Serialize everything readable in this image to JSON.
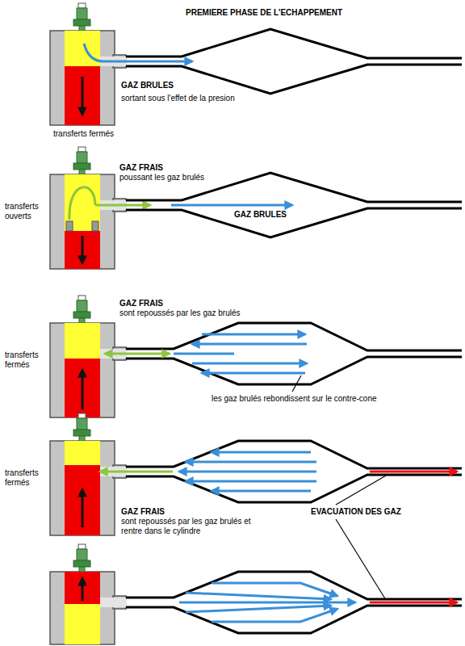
{
  "diagram": {
    "title": "PREMIERE PHASE DE L'ECHAPPEMENT",
    "labels": [
      "GAZ BRULES",
      "sortant sous l'effet de la presion",
      "transferts fermés",
      "GAZ FRAIS",
      "poussant les gaz brulés",
      "transferts ouverts",
      "GAZ BRULES",
      "GAZ FRAIS",
      "sont repoussés par les gaz brulés",
      "transferts fermés",
      "les gaz brulés rebondissent sur le contre-cone",
      "transferts fermés",
      "GAZ FRAIS",
      "sont repoussés par les gaz brulés et rentre dans le cylindre",
      "EVACUATION DES GAZ"
    ]
  }
}
